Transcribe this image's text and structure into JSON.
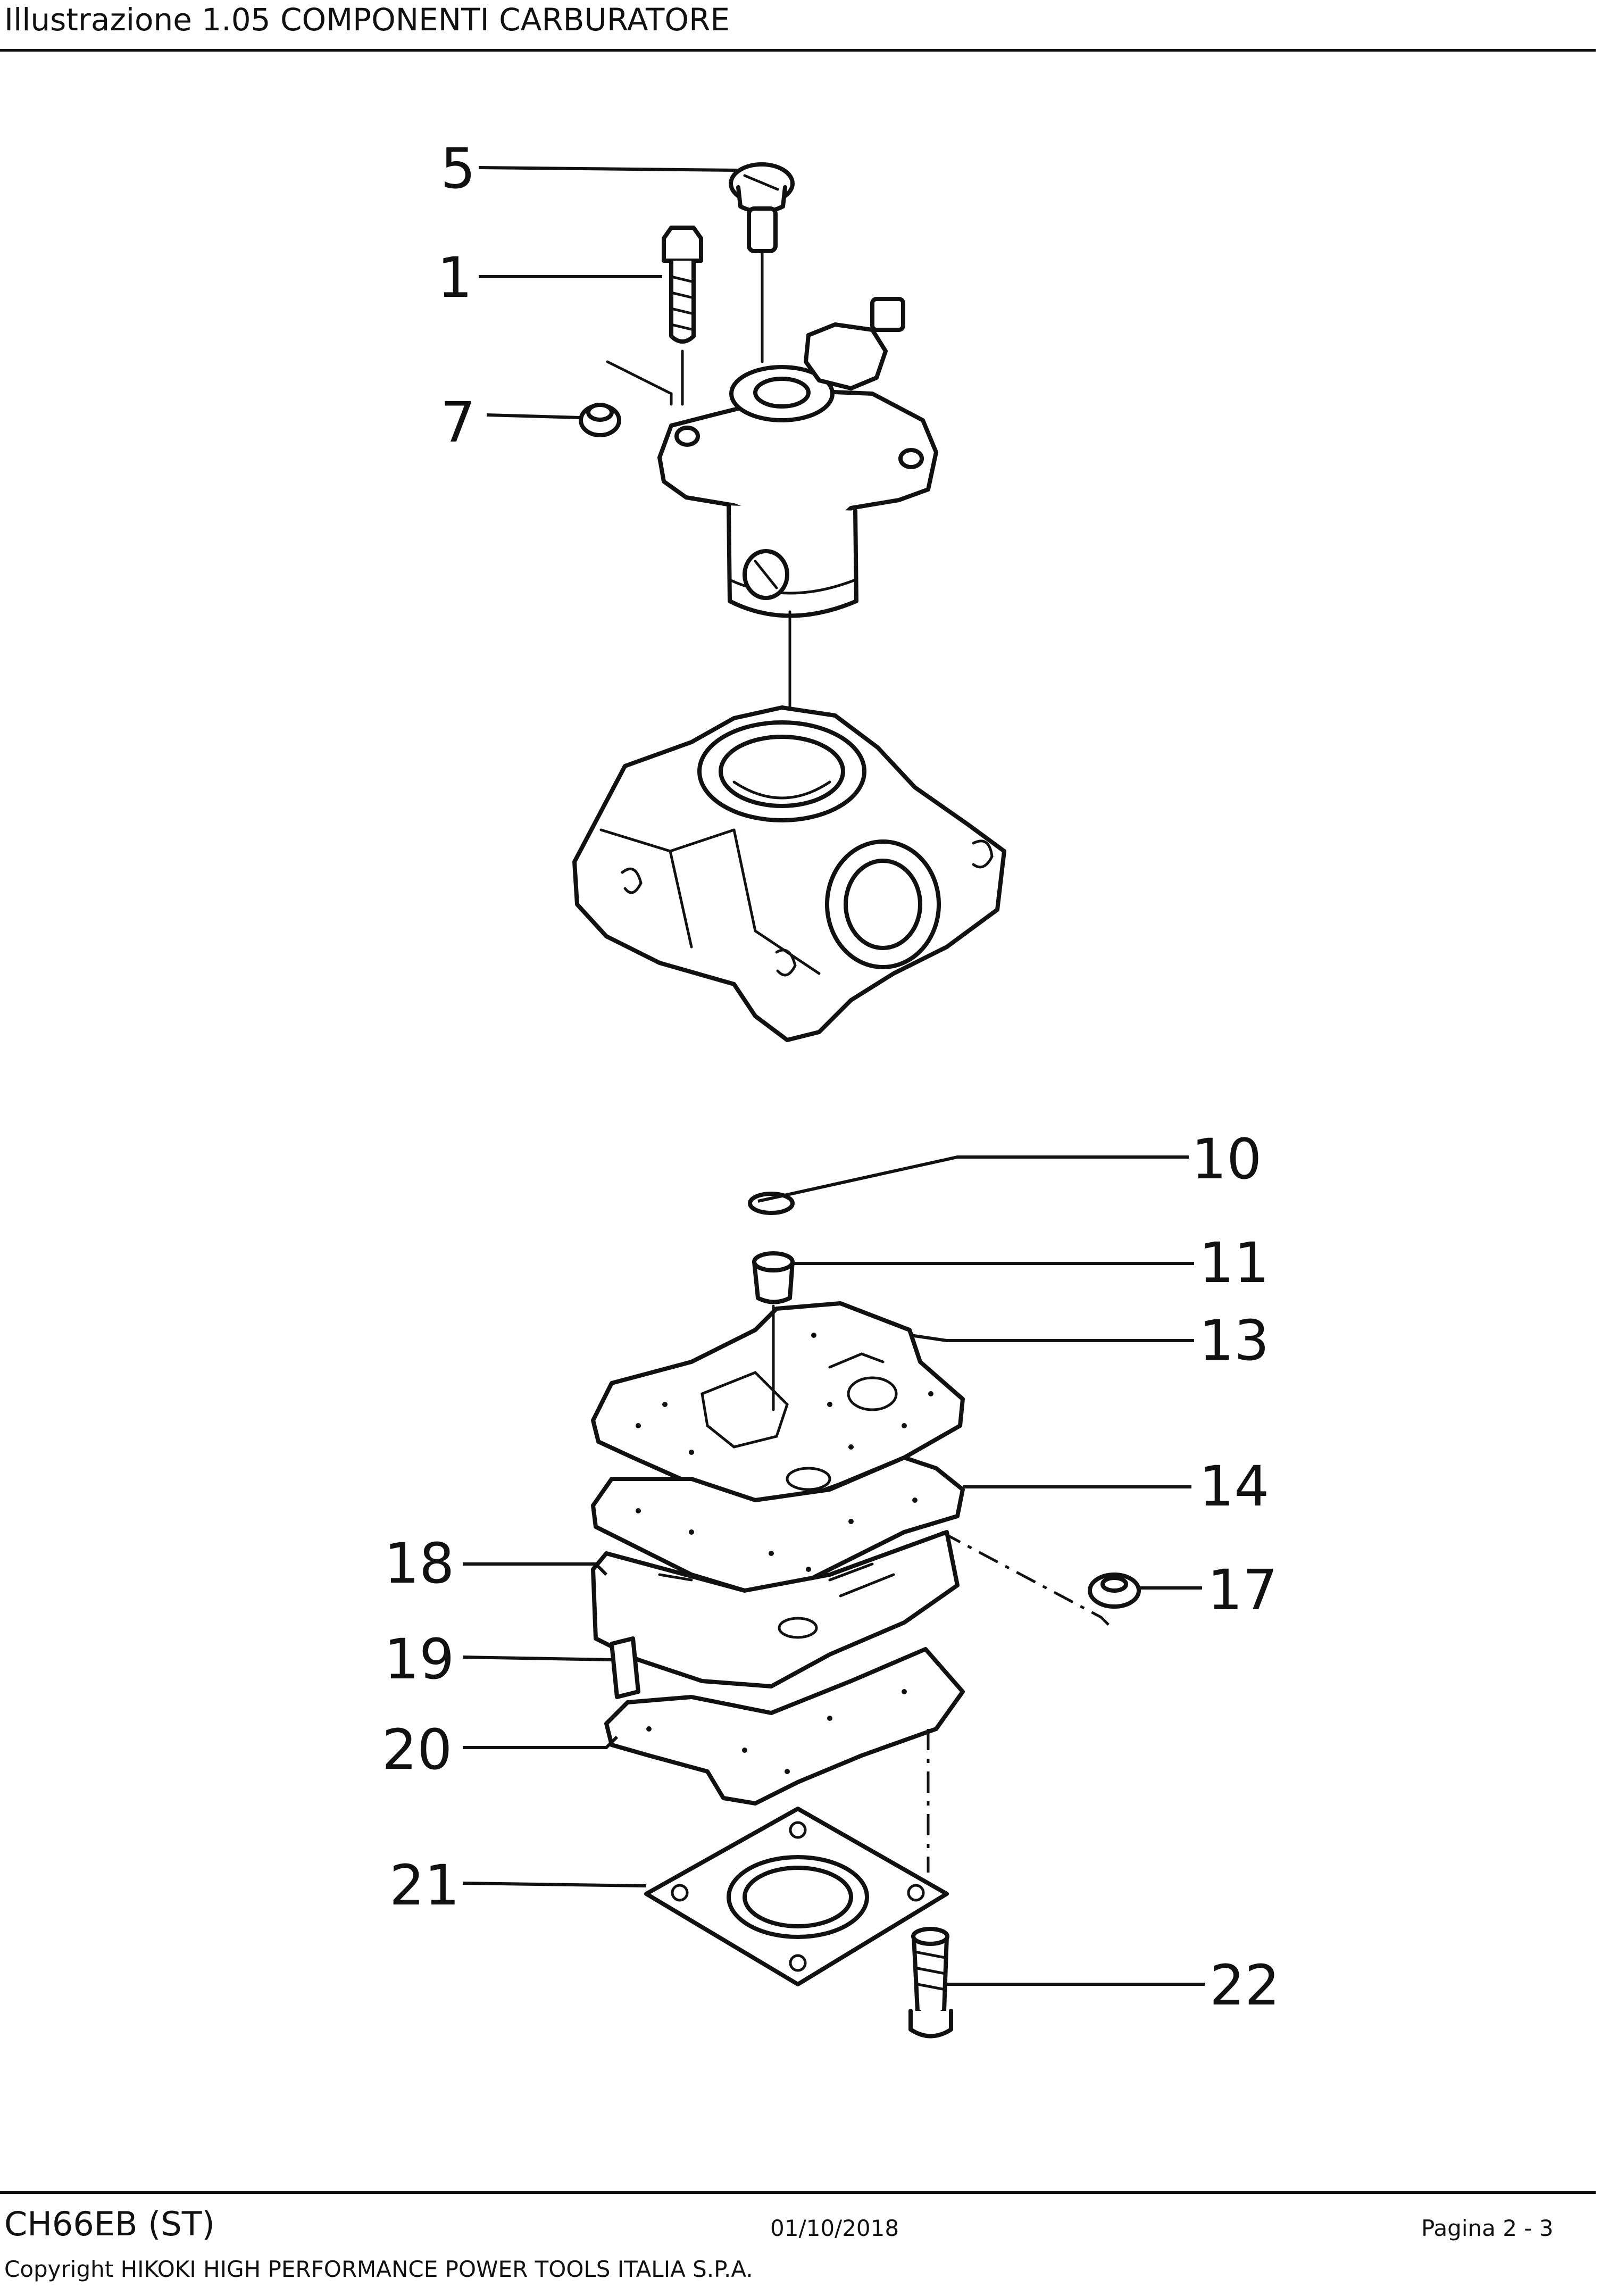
{
  "header": {
    "title": "Illustrazione  1.05 COMPONENTI CARBURATORE"
  },
  "footer": {
    "model": "CH66EB (ST)",
    "date": "01/10/2018",
    "page": "Pagina 2 - 3",
    "copyright": "Copyright HIKOKI HIGH PERFORMANCE POWER TOOLS ITALIA S.P.A."
  },
  "diagram": {
    "callouts": [
      {
        "number": "5"
      },
      {
        "number": "1"
      },
      {
        "number": "7"
      },
      {
        "number": "10"
      },
      {
        "number": "11"
      },
      {
        "number": "13"
      },
      {
        "number": "14"
      },
      {
        "number": "18"
      },
      {
        "number": "17"
      },
      {
        "number": "19"
      },
      {
        "number": "20"
      },
      {
        "number": "21"
      },
      {
        "number": "22"
      }
    ]
  }
}
